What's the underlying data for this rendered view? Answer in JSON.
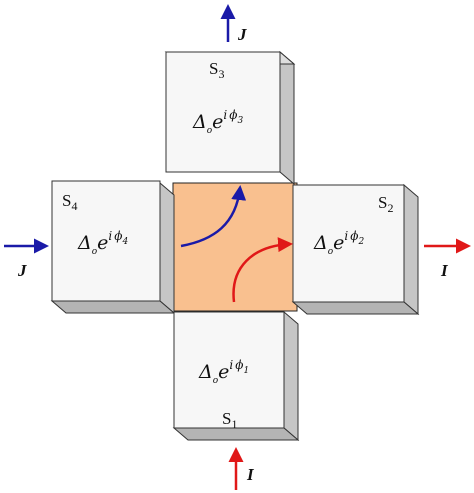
{
  "colors": {
    "background": "#ffffff",
    "box_front": "#f7f7f7",
    "box_shadow": "#c6c6c6",
    "box_shadow_dark": "#a8a8a8",
    "center": "#f9c08f",
    "blue": "#1a1aa8",
    "red": "#e01818"
  },
  "superconductors": [
    {
      "id": "s1",
      "letter": "S",
      "index": "1",
      "amp": "Δ",
      "amp_sub": "o",
      "base": "e",
      "sup_i": "i",
      "phase": "ϕ",
      "phase_sub": "1"
    },
    {
      "id": "s2",
      "letter": "S",
      "index": "2",
      "amp": "Δ",
      "amp_sub": "o",
      "base": "e",
      "sup_i": "i",
      "phase": "ϕ",
      "phase_sub": "2"
    },
    {
      "id": "s3",
      "letter": "S",
      "index": "3",
      "amp": "Δ",
      "amp_sub": "o",
      "base": "e",
      "sup_i": "i",
      "phase": "ϕ",
      "phase_sub": "3"
    },
    {
      "id": "s4",
      "letter": "S",
      "index": "4",
      "amp": "Δ",
      "amp_sub": "o",
      "base": "e",
      "sup_i": "i",
      "phase": "ϕ",
      "phase_sub": "4"
    }
  ],
  "currents": {
    "input_I": "I",
    "output_I": "I",
    "input_J": "J",
    "output_J": "J"
  }
}
